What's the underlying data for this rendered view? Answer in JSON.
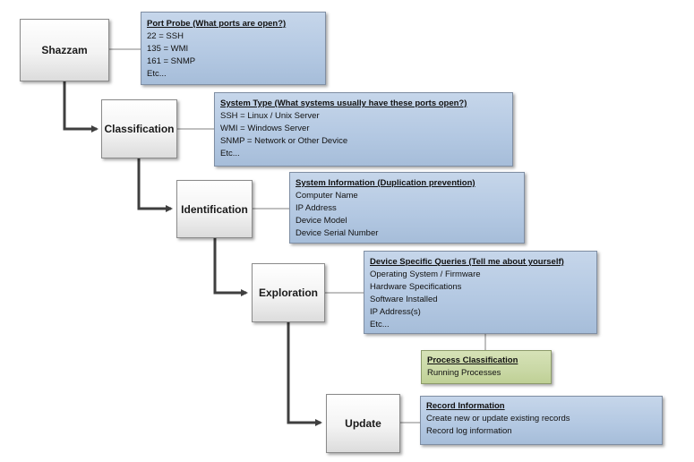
{
  "steps": {
    "shazzam": "Shazzam",
    "classification": "Classification",
    "identification": "Identification",
    "exploration": "Exploration",
    "update": "Update"
  },
  "notes": {
    "port_probe": {
      "title": "Port Probe (What ports are open?)",
      "lines": [
        "22 = SSH",
        "135 = WMI",
        "161 = SNMP",
        "Etc..."
      ]
    },
    "system_type": {
      "title": "System Type (What systems usually have these ports open?)",
      "lines": [
        "SSH = Linux / Unix Server",
        "WMI = Windows Server",
        "SNMP = Network or Other Device",
        "Etc..."
      ]
    },
    "system_information": {
      "title": "System Information (Duplication prevention)",
      "lines": [
        "Computer Name",
        "IP Address",
        "Device Model",
        "Device Serial Number"
      ]
    },
    "device_queries": {
      "title": "Device Specific Queries (Tell me about yourself)",
      "lines": [
        "Operating System / Firmware",
        "Hardware Specifications",
        "Software Installed",
        "IP Address(s)",
        "Etc..."
      ]
    },
    "process_classification": {
      "title": "Process Classification",
      "lines": [
        "Running Processes"
      ]
    },
    "record_information": {
      "title": "Record Information",
      "lines": [
        "Create new or update existing records",
        "Record log information"
      ]
    }
  },
  "colors": {
    "note_blue": "#b8cce4",
    "note_green": "#c9d8a5",
    "arrow": "#3f3f3f",
    "connector": "#808080"
  }
}
